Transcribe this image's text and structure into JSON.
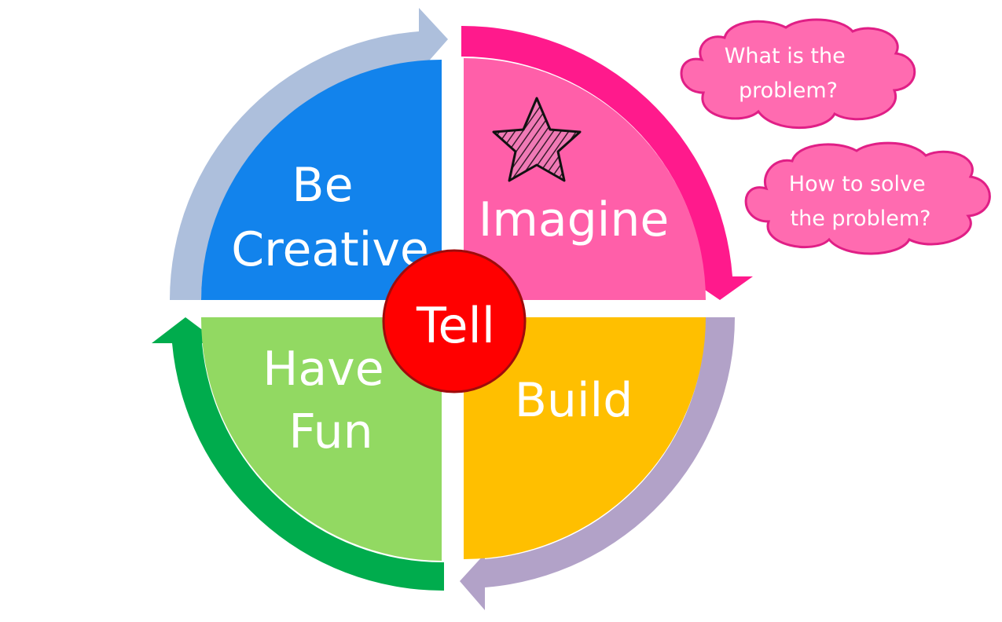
{
  "diagram": {
    "center": {
      "label": "Tell",
      "color": "#ff0000"
    },
    "quadrants": [
      {
        "id": "be-creative",
        "lines": [
          "Be",
          "Creative"
        ],
        "color": "#1283ec",
        "arrow_color": "#adbfdc"
      },
      {
        "id": "imagine",
        "lines": [
          "Imagine"
        ],
        "color": "#ff5fa9",
        "arrow_color": "#ff1a8c"
      },
      {
        "id": "build",
        "lines": [
          "Build"
        ],
        "color": "#ffbf00",
        "arrow_color": "#b2a2c8"
      },
      {
        "id": "have-fun",
        "lines": [
          "Have",
          "Fun"
        ],
        "color": "#92d962",
        "arrow_color": "#00ac4d"
      }
    ],
    "clouds": [
      {
        "lines": [
          "What is the",
          "problem?"
        ],
        "fill": "#ff6bb0",
        "stroke": "#e01f86"
      },
      {
        "lines": [
          "How to solve",
          "the problem?"
        ],
        "fill": "#ff6bb0",
        "stroke": "#e01f86"
      }
    ],
    "icons": {
      "imagine": "star-icon"
    }
  }
}
